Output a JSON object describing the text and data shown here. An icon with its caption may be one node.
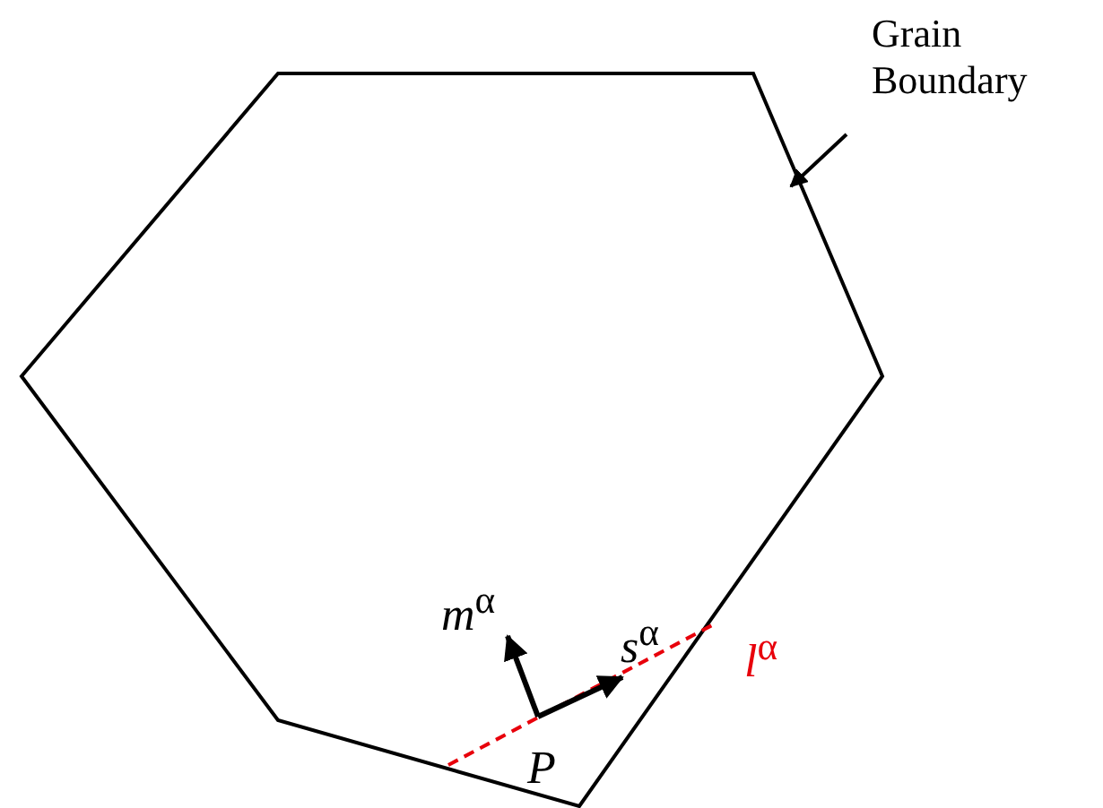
{
  "diagram": {
    "nodes": [
      {
        "text": [
          "Grain Boundary"
        ]
      },
      {
        "text": [],
        "shape": "polygon"
      }
    ],
    "edges": [
      {
        "from": 0,
        "to": 1,
        "arrow": "to"
      }
    ],
    "labels": [
      "*m*$^{α}$",
      "*s*$^{α}$",
      "*l*$^{α}$",
      "*P*"
    ]
  }
}
